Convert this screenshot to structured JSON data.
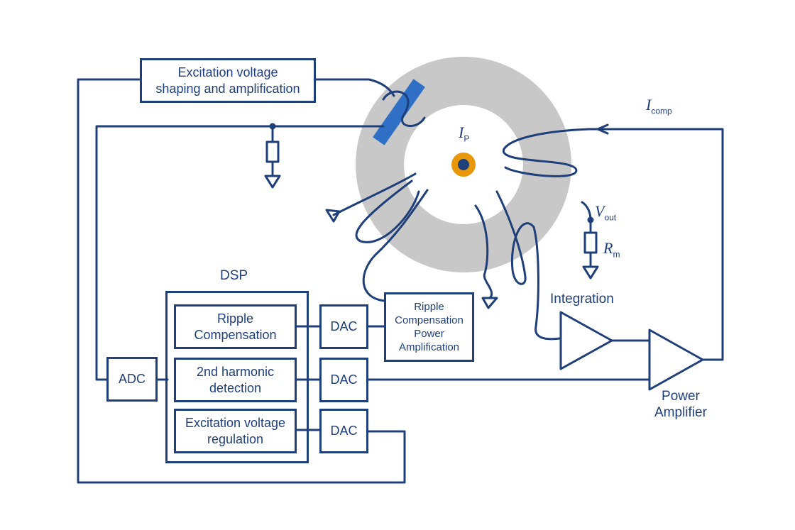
{
  "blocks": {
    "excitation_shaping": [
      "Excitation voltage",
      "shaping and amplification"
    ],
    "ripple_compensation": [
      "Ripple",
      "Compensation"
    ],
    "second_harmonic": [
      "2nd harmonic",
      "detection"
    ],
    "excitation_regulation": [
      "Excitation voltage",
      "regulation"
    ],
    "adc": "ADC",
    "dac1": "DAC",
    "dac2": "DAC",
    "dac3": "DAC",
    "ripple_power_amp": [
      "Ripple",
      "Compensation",
      "Power",
      "Amplification"
    ]
  },
  "labels": {
    "dsp": "DSP",
    "integration": "Integration",
    "power_amplifier": [
      "Power",
      "Amplifier"
    ]
  },
  "symbols": {
    "i_comp": {
      "main": "I",
      "sub": "comp"
    },
    "i_p": {
      "main": "I",
      "sub": "P"
    },
    "v_out": {
      "main": "V",
      "sub": "out"
    },
    "r_m": {
      "main": "R",
      "sub": "m"
    }
  },
  "colors": {
    "line": "#1f3f7a",
    "core": "#c8c8c8",
    "sensor": "#2f6fc6",
    "conductor_outer": "#e8960a",
    "conductor_inner": "#1f3f7a"
  }
}
